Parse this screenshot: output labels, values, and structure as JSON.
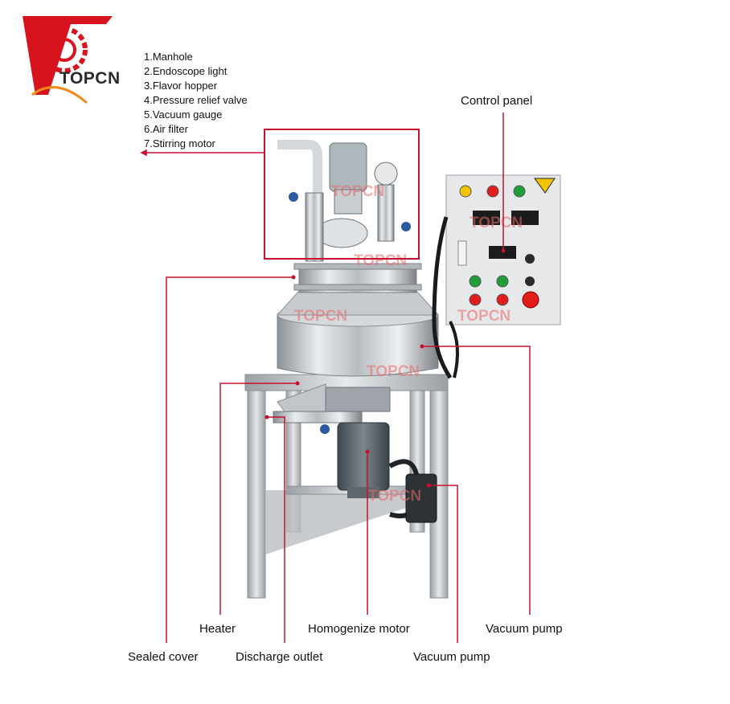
{
  "brand": {
    "name": "TOPCN",
    "accent": "#d7141e"
  },
  "parts_list": [
    "1.Manhole",
    "2.Endoscope light",
    "3.Flavor hopper",
    "4.Pressure relief valve",
    "5.Vacuum gauge",
    "6.Air filter",
    "7.Stirring motor"
  ],
  "callouts": {
    "control_panel": "Control panel",
    "heater": "Heater",
    "homogenize_motor": "Homogenize motor",
    "vacuum_pump_right": "Vacuum pump",
    "sealed_cover": "Sealed cover",
    "discharge_outlet": "Discharge outlet",
    "vacuum_pump_bottom": "Vacuum pump"
  },
  "watermark": "TOPCN",
  "colors": {
    "callout_line": "#c8102e",
    "steel": "#c9ccd0",
    "panel": "#e4e6e8",
    "motor": "#6f7a80"
  }
}
